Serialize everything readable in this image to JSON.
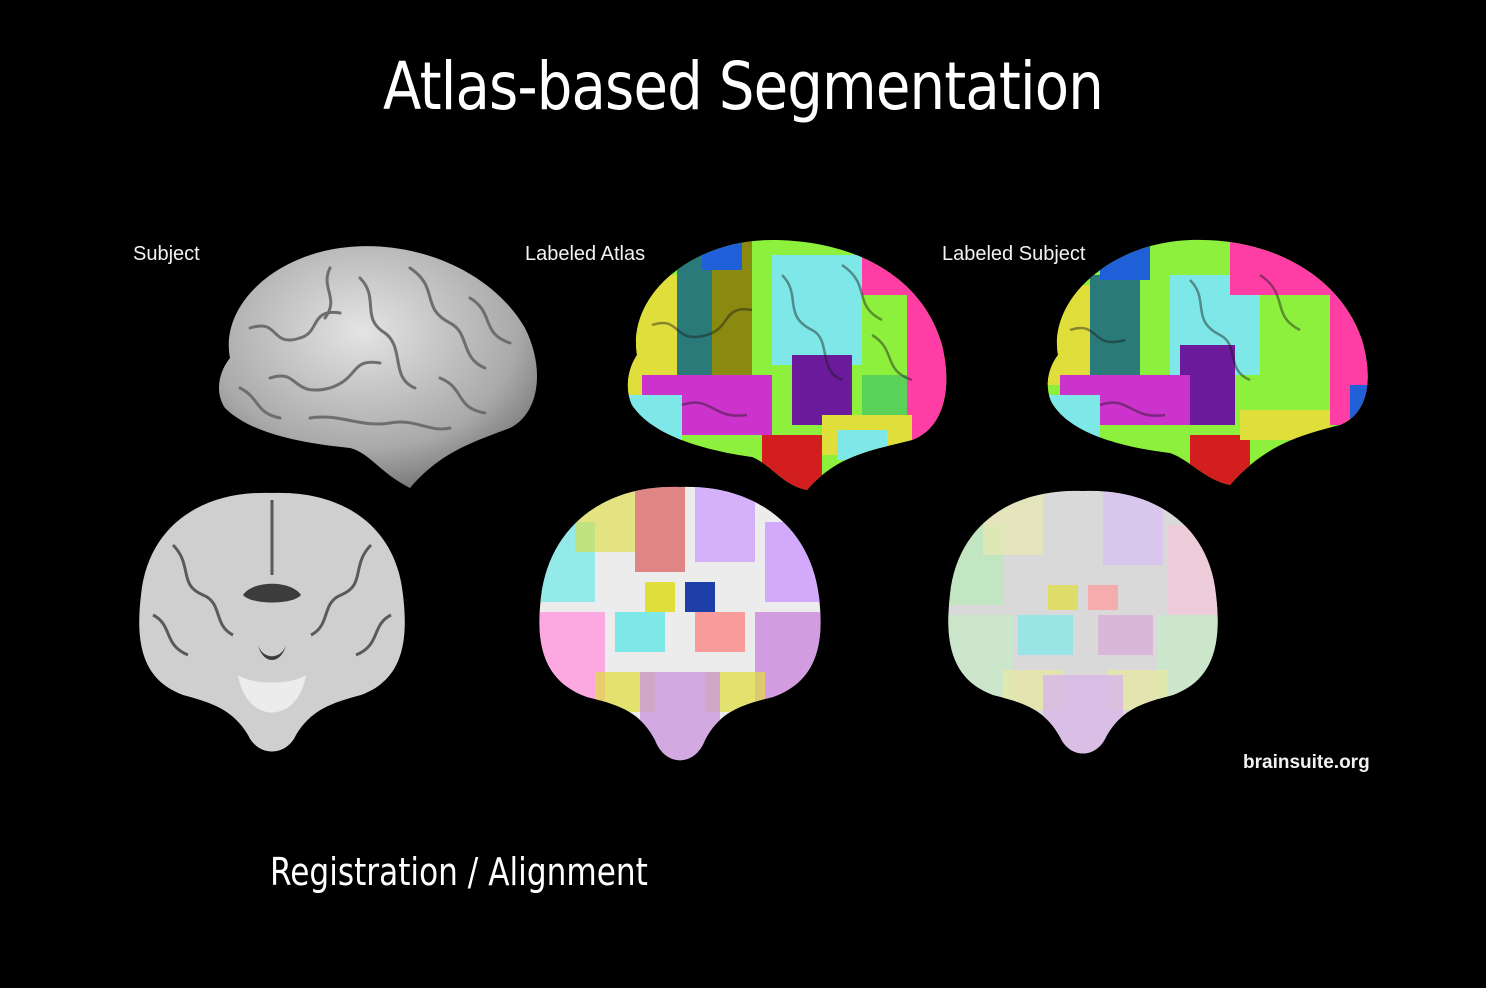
{
  "slide": {
    "title": "Atlas-based Segmentation",
    "caption": "Registration / Alignment",
    "credit": "brainsuite.org"
  },
  "panels": [
    {
      "label": "Subject",
      "surface_view": "gray-cortical-surface",
      "slice_view": "grayscale-coronal-mri"
    },
    {
      "label": "Labeled Atlas",
      "surface_view": "color-labeled-cortical-surface",
      "slice_view": "color-labeled-coronal-slice"
    },
    {
      "label": "Labeled Subject",
      "surface_view": "color-labeled-cortical-surface",
      "slice_view": "color-labeled-coronal-slice"
    }
  ],
  "colors": {
    "background": "#000000",
    "text": "#ffffff",
    "region_palette": [
      "#8cf03c",
      "#ff3ea5",
      "#7ee8e8",
      "#6a1a9a",
      "#e0de3a",
      "#1f5fd8",
      "#d21e1e",
      "#2a7a7a",
      "#8a8a10",
      "#cc33cc",
      "#5ad25a"
    ]
  }
}
